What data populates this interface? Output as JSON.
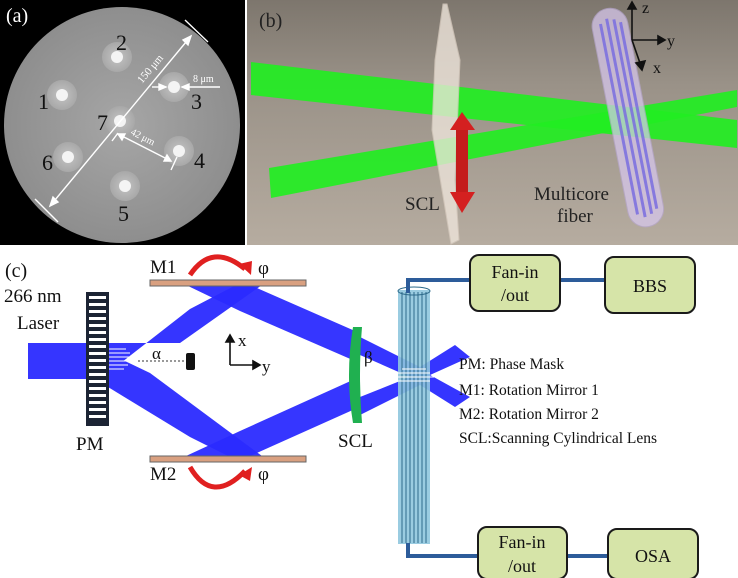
{
  "panel_a": {
    "label": "(a)",
    "core_labels": [
      "1",
      "2",
      "3",
      "4",
      "5",
      "6",
      "7"
    ],
    "dim_diameter": "150 μm",
    "dim_core": "8 μm",
    "dim_pitch": "42 μm"
  },
  "panel_b": {
    "label": "(b)",
    "lens_label": "SCL",
    "fiber_label_line1": "Multicore",
    "fiber_label_line2": "fiber",
    "axis_z": "z",
    "axis_y": "y",
    "axis_x": "x",
    "colors": {
      "beam": "#22ee22",
      "arrow": "#d42020",
      "fiber_core": "#7a6ee0"
    }
  },
  "panel_c": {
    "label": "(c)",
    "laser_line1": "266 nm",
    "laser_line2": "Laser",
    "pm_label": "PM",
    "m1_label": "M1",
    "m2_label": "M2",
    "phi_top": "φ",
    "phi_bottom": "φ",
    "alpha": "α",
    "beta": "β",
    "axis_x": "x",
    "axis_y": "y",
    "scl_label": "SCL",
    "boxes": [
      {
        "line1": "Fan-in",
        "line2": "/out"
      },
      {
        "line1": "BBS",
        "line2": ""
      },
      {
        "line1": "Fan-in",
        "line2": "/out"
      },
      {
        "line1": "OSA",
        "line2": ""
      }
    ],
    "legend": [
      "PM: Phase Mask",
      "M1: Rotation Mirror 1",
      "M2: Rotation Mirror 2",
      "SCL:Scanning Cylindrical Lens"
    ],
    "colors": {
      "beam": "#3535ff",
      "lens": "#20b050",
      "box_fill": "#d6e4a8",
      "fiber": "#8fc6de",
      "mirror": "#d9a080"
    }
  }
}
